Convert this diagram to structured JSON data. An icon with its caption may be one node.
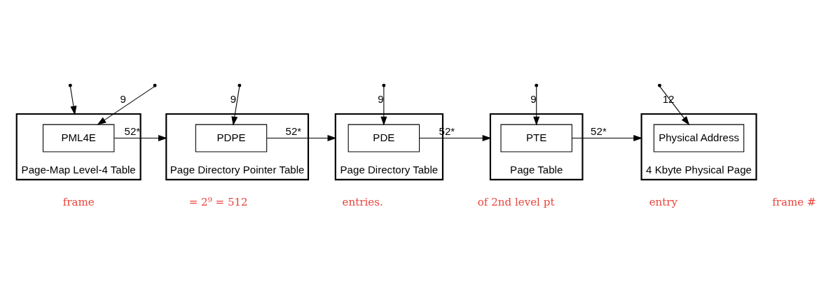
{
  "diagram": {
    "nodes": [
      {
        "text": [
          "Page-Map Level-4 Table"
        ]
      },
      {
        "text": [
          "PML4E"
        ],
        "in": 0
      },
      {
        "text": [
          "Page Directory Pointer Table"
        ]
      },
      {
        "text": [
          "PDPE"
        ],
        "in": 2
      },
      {
        "text": [
          "Page Directory Table"
        ]
      },
      {
        "text": [
          "PDE"
        ],
        "in": 4
      },
      {
        "text": [
          "Page Table"
        ]
      },
      {
        "text": [
          "PTE"
        ],
        "in": 6
      },
      {
        "text": [
          "4 Kbyte Physical Page"
        ]
      },
      {
        "text": [
          "Physical Address"
        ],
        "in": 8
      }
    ],
    "edges": [
      {
        "from": null,
        "to": 1,
        "arrow": "to",
        "label": "9"
      },
      {
        "from": null,
        "to": 0,
        "arrow": "to"
      },
      {
        "from": 1,
        "to": 2,
        "arrow": "to",
        "label": "52*"
      },
      {
        "from": null,
        "to": 3,
        "arrow": "to",
        "label": "9"
      },
      {
        "from": 3,
        "to": 4,
        "arrow": "to",
        "label": "52*"
      },
      {
        "from": null,
        "to": 5,
        "arrow": "to",
        "label": "9"
      },
      {
        "from": 5,
        "to": 6,
        "arrow": "to",
        "label": "52*"
      },
      {
        "from": null,
        "to": 7,
        "arrow": "to",
        "label": "9"
      },
      {
        "from": 7,
        "to": 8,
        "arrow": "to",
        "label": "52*"
      },
      {
        "from": null,
        "to": 9,
        "arrow": "to",
        "label": "12"
      }
    ],
    "labels": [
      "frame",
      "= 2⁹ = 512",
      "entries.",
      "of 2nd level pt",
      "entry",
      "frame #"
    ]
  }
}
